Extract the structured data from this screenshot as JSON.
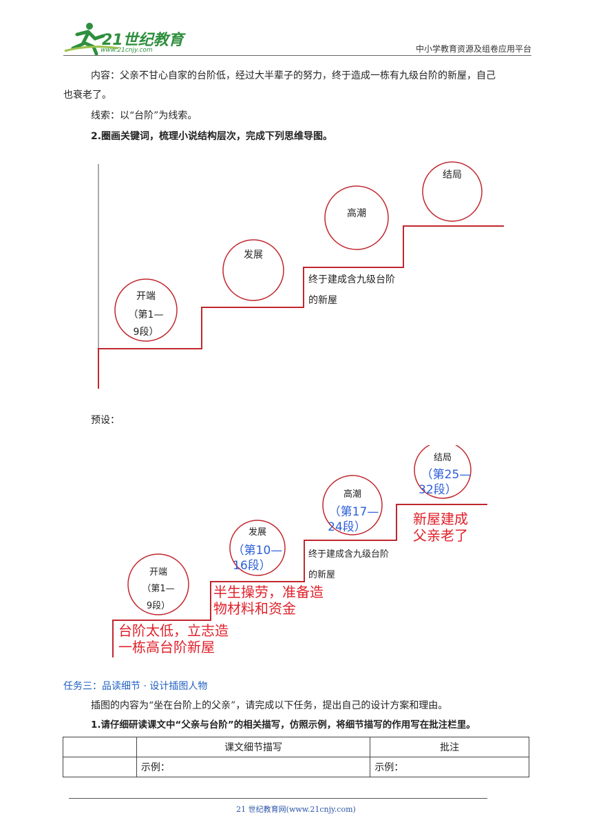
{
  "header": {
    "logo_brand": "21世纪教育",
    "logo_url": "www.21cnjy.com",
    "right_text": "中小学教育资源及组卷应用平台"
  },
  "body": {
    "content_line1": "内容：父亲不甘心自家的台阶低，经过大半辈子的努力，终于造成一栋有九级台阶的新屋，自己",
    "content_line2": "也衰老了。",
    "clue": "线索：以“台阶”为线索。",
    "task2": "2.圈画关键词，梳理小说结构层次，完成下列思维导图。",
    "preset": "预设：",
    "section3": "任务三：品读细节 · 设计插图人物",
    "section3_desc": "插图的内容为“坐在台阶上的父亲”，请完成以下任务，提出自己的设计方案和理由。",
    "task1": "1.请仔细研读课文中“父亲与台阶”的相关描写，仿照示例，将细节描写的作用写在批注栏里。"
  },
  "diagram1": {
    "opening": [
      "开端",
      "（第1—",
      "9段）"
    ],
    "development": "发展",
    "climax": "高潮",
    "ending": "结局",
    "climax_note": [
      "终于建成含九级台阶",
      "的新屋"
    ]
  },
  "diagram2": {
    "opening": [
      "开端",
      "（第1—",
      "9段）"
    ],
    "development": "发展",
    "development_para": [
      "（第10—",
      "16段）"
    ],
    "climax": "高潮",
    "climax_para": [
      "（第17—",
      "24段）"
    ],
    "ending": "结局",
    "ending_para": [
      "（第25—",
      "32段）"
    ],
    "climax_note": [
      "终于建成含九级台阶",
      "的新屋"
    ],
    "opening_answer": [
      "台阶太低，立志造",
      "一栋高台阶新屋"
    ],
    "development_answer": [
      "半生操劳，准备造",
      "物材料和资金"
    ],
    "ending_answer": [
      "新屋建成",
      "父亲老了"
    ]
  },
  "table": {
    "headers": [
      "",
      "课文细节描写",
      "批注"
    ],
    "row1": [
      "",
      "示例：",
      "示例："
    ]
  },
  "footer": {
    "text": "21 世纪教育网(www.21cnjy.com)"
  },
  "colors": {
    "red_line": "#c0262d",
    "answer_red": "#e0202a",
    "answer_blue": "#2b5ed8",
    "brand_green": "#2f8f3e"
  }
}
